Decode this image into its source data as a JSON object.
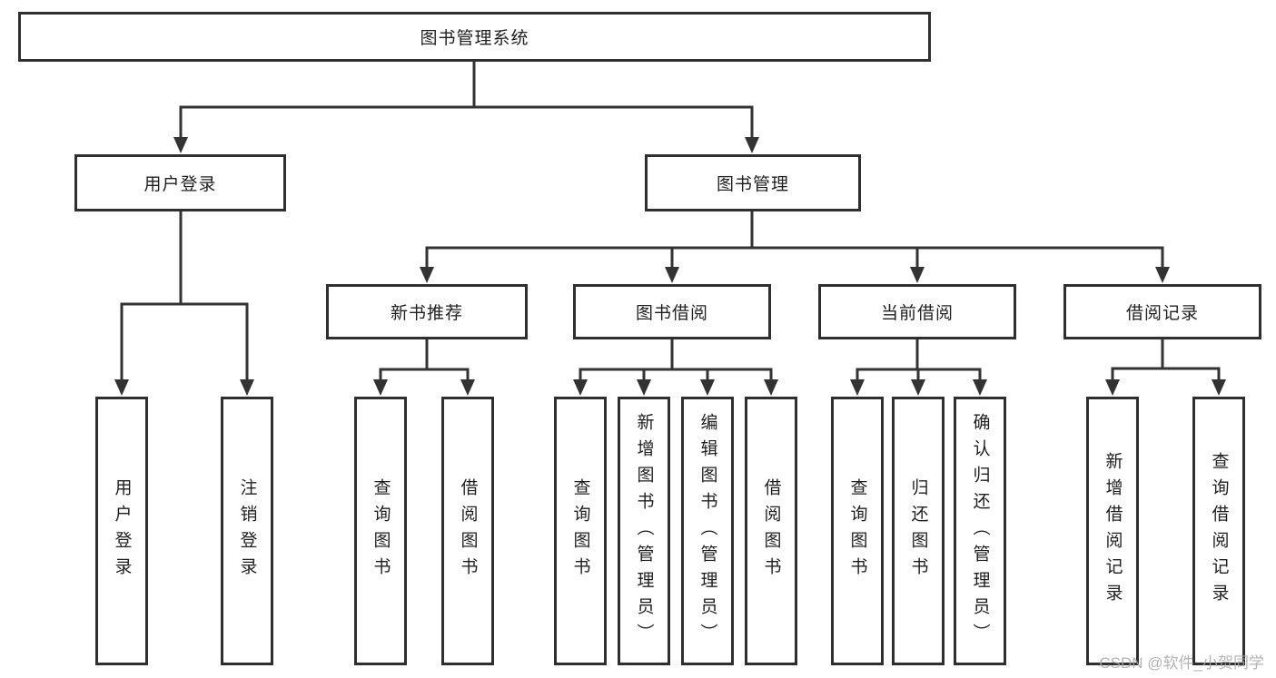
{
  "watermark": "CSDN @软件_小贺同学",
  "colors": {
    "line": "#333333",
    "box_border": "#2f2f2f",
    "text": "#1f1f1f",
    "watermark": "#a8a8a8",
    "background": "#ffffff"
  },
  "tree": {
    "root": {
      "label": "图书管理系统"
    },
    "branches": [
      {
        "label": "用户登录",
        "children": [
          "用户登录",
          "注销登录"
        ]
      },
      {
        "label": "图书管理",
        "sections": [
          {
            "label": "新书推荐",
            "children": [
              "查询图书",
              "借阅图书"
            ]
          },
          {
            "label": "图书借阅",
            "children": [
              "查询图书",
              "新增图书（管理员）",
              "编辑图书（管理员）",
              "借阅图书"
            ]
          },
          {
            "label": "当前借阅",
            "children": [
              "查询图书",
              "归还图书",
              "确认归还（管理员）"
            ]
          },
          {
            "label": "借阅记录",
            "children": [
              "新增借阅记录",
              "查询借阅记录"
            ]
          }
        ]
      }
    ]
  }
}
